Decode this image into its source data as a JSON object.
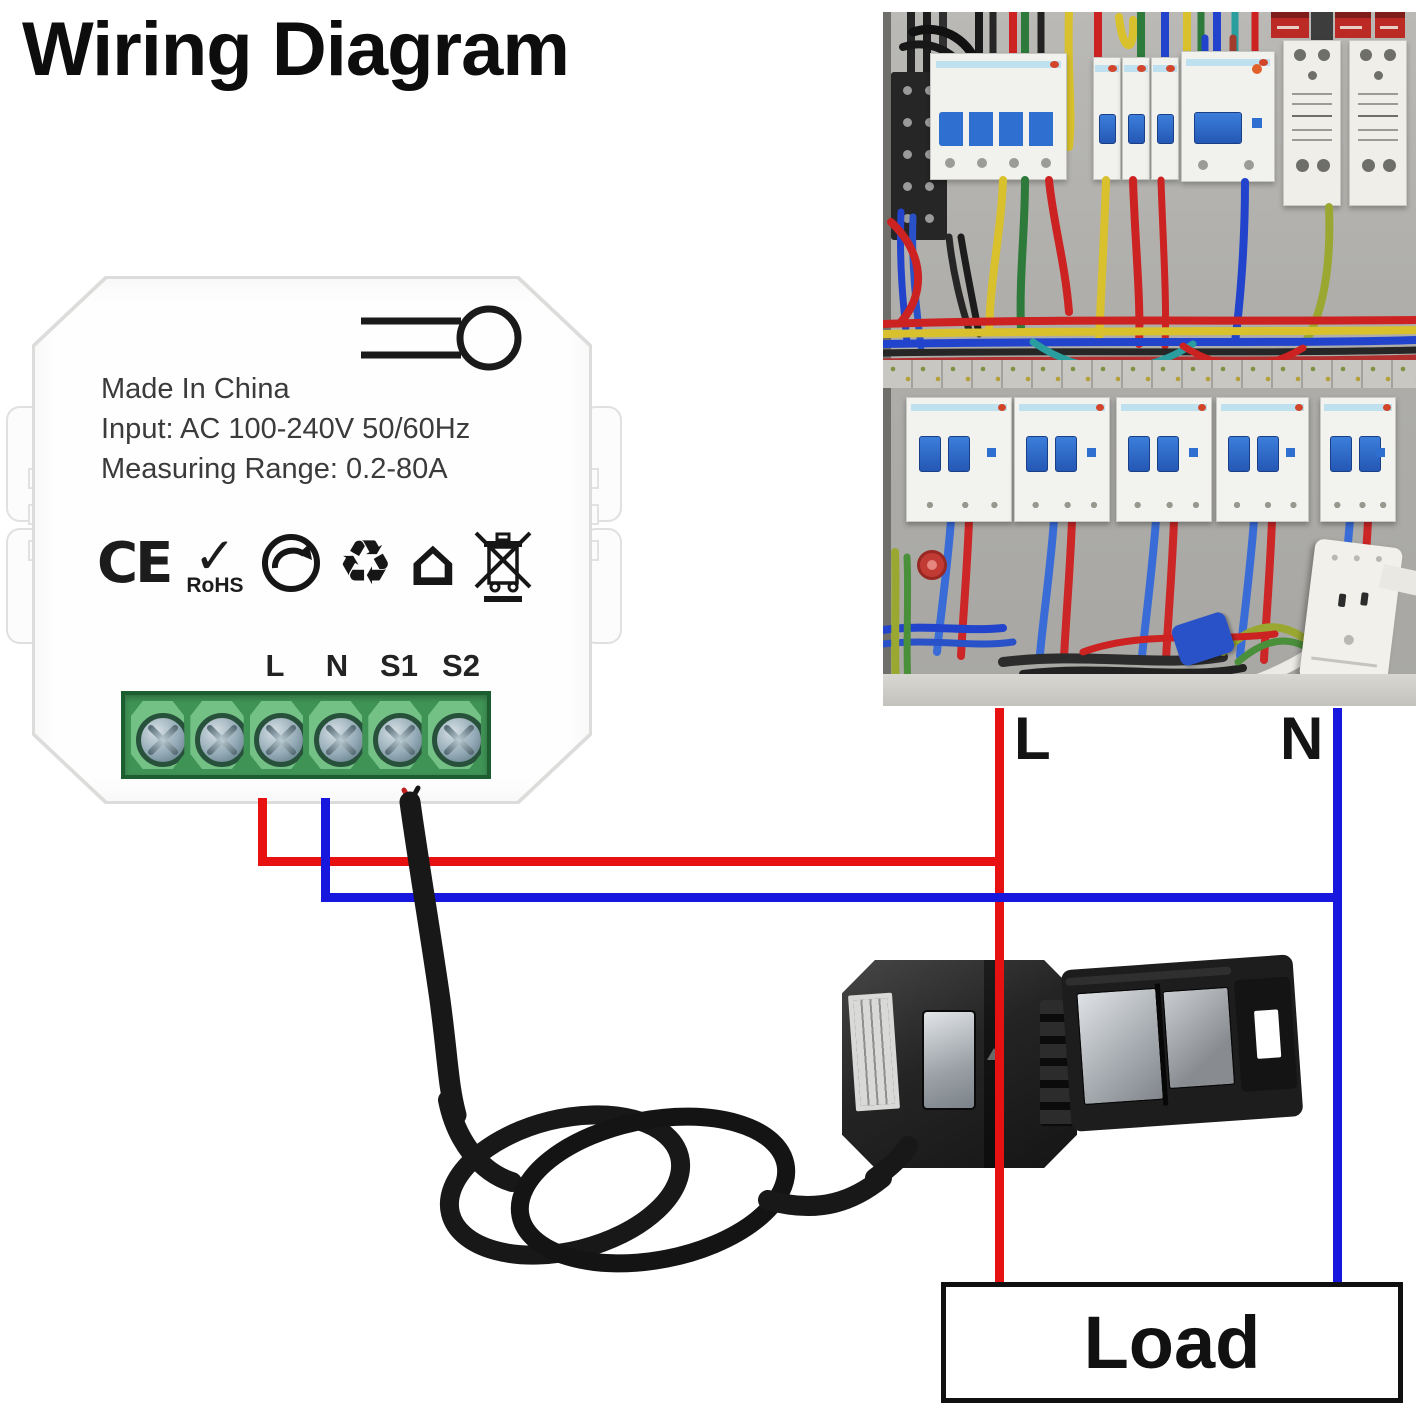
{
  "title": "Wiring Diagram",
  "device": {
    "made_in": "Made In China",
    "input": "Input: AC 100-240V 50/60Hz",
    "range": "Measuring Range: 0.2-80A",
    "ce": "CE",
    "rohs": "RoHS",
    "check_symbol": "✓",
    "recycle_symbol": "♻",
    "house_symbol": "⌂",
    "terminal_labels": [
      "L",
      "N",
      "S1",
      "S2"
    ],
    "terminal_count": 6
  },
  "wiring": {
    "live_label": "L",
    "neutral_label": "N",
    "load_label": "Load"
  },
  "colors": {
    "live": "#e81111",
    "neutral": "#1717dd",
    "cable": "#191919",
    "terminal-green": "#3f9355",
    "terminal-green-dark": "#1d5e30",
    "terminal-cell": "#74c186",
    "toggle-blue": "#2e6fd0"
  }
}
